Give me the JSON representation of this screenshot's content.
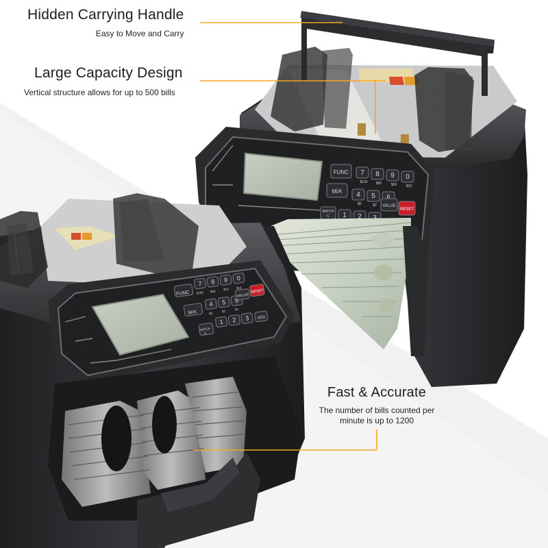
{
  "callouts": {
    "handle": {
      "title": "Hidden Carrying Handle",
      "subtitle": "Easy to Move and Carry"
    },
    "capacity": {
      "title": "Large Capacity Design",
      "subtitle": "Vertical structure allows for up to 500 bills"
    },
    "speed": {
      "title": "Fast & Accurate",
      "subtitle": "The number of bills counted per minute is up to 1200"
    }
  },
  "keypad": {
    "func": "FUNC",
    "ma": "M/A",
    "batch": "BATCH",
    "batch_sub": "C",
    "value": "VALUE",
    "reset": "RESET",
    "add": "ADD",
    "keys": [
      "7",
      "8",
      "9",
      "0",
      "4",
      "5",
      "6",
      "1",
      "2",
      "3"
    ],
    "subs": [
      "$100",
      "$50",
      "$20",
      "$10",
      "$5",
      "$2",
      "$1"
    ]
  },
  "colors": {
    "accent_line": "#f5a623",
    "reset_key": "#c81e28",
    "machine_body": "#2b2c2e",
    "panel": "#1f2022",
    "lcd": "#b9bfb3"
  }
}
